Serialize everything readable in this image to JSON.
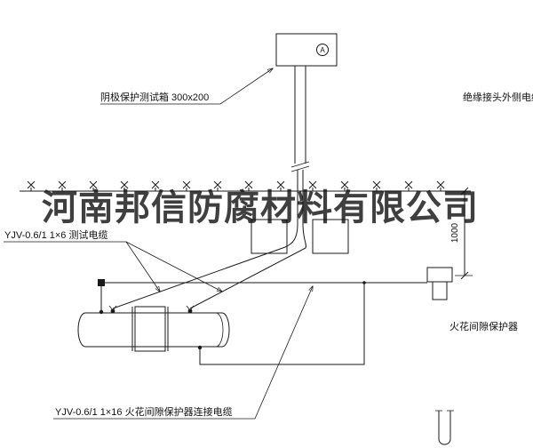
{
  "watermark": {
    "text": "河南邦信防腐材料有限公司"
  },
  "test_box": {
    "label": "阴极保护测试箱 300x200",
    "terminal_letter": "A"
  },
  "labels": {
    "insulated_joint_cable": "绝缘接头外侧电缆",
    "test_cable": "YJV-0.6/1  1×6   测试电缆",
    "spark_gap": "火花间隙保护器",
    "bottom_cable": "YJV-0.6/1  1×16   火花间隙保护器连接电缆"
  },
  "dimension": {
    "value": "1000"
  },
  "colors": {
    "line": "#1a1a1a",
    "background": "#ffffff"
  }
}
